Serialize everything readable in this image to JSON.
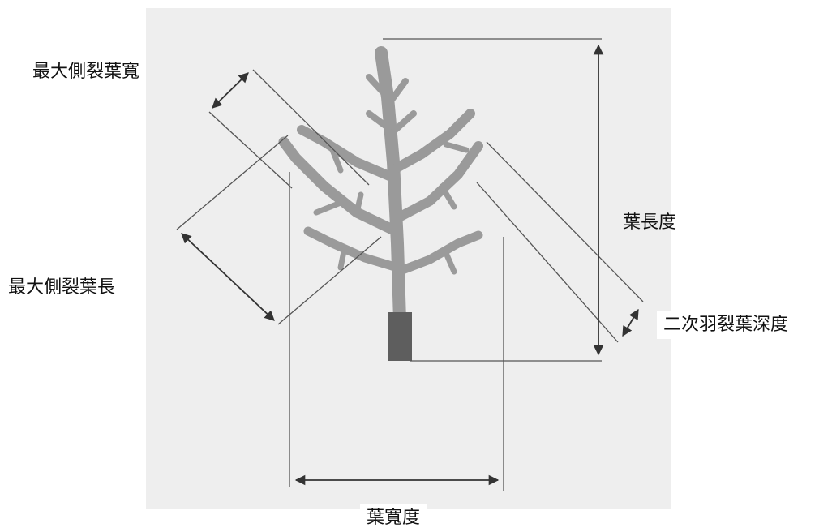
{
  "labels": {
    "max_lateral_lobe_width": "最大側裂葉寬",
    "max_lateral_lobe_length": "最大側裂葉長",
    "leaf_length": "葉長度",
    "secondary_pinnatifid_depth": "二次羽裂葉深度",
    "leaf_width": "葉寬度"
  },
  "colors": {
    "background": "#ffffff",
    "scan": "#eeeeee",
    "leaf": "#9a9a9a",
    "petiole": "#5e5e5e",
    "line": "#555555",
    "arrow": "#333333"
  }
}
